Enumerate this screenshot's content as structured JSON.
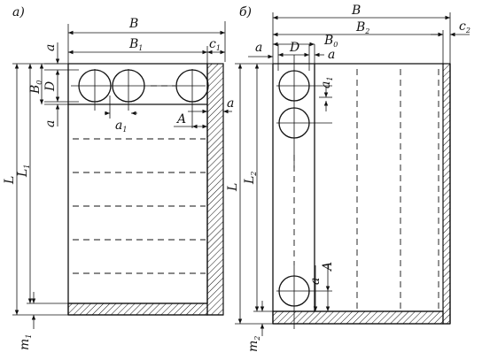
{
  "panel_a": {
    "label": "а)",
    "dims": {
      "B": "B",
      "B1": "B",
      "B1_sub": "1",
      "c1": "c",
      "c1_sub": "1",
      "a_top": "a",
      "B0": "B",
      "B0_sub": "0",
      "D": "D",
      "a_left": "a",
      "a1": "a",
      "a1_sub": "1",
      "A": "A",
      "a_right": "a",
      "L": "L",
      "L1": "L",
      "L1_sub": "1",
      "m1": "m",
      "m1_sub": "1"
    }
  },
  "panel_b": {
    "label": "б)",
    "dims": {
      "B": "B",
      "B2": "B",
      "B2_sub": "2",
      "c2": "c",
      "c2_sub": "2",
      "a_left": "a",
      "D": "D",
      "B0": "B",
      "B0_sub": "0",
      "a_right": "a",
      "a1": "a",
      "a1_sub": "1",
      "L": "L",
      "L2": "L",
      "L2_sub": "2",
      "A": "A",
      "a_bottom": "a",
      "m2": "m",
      "m2_sub": "2"
    }
  },
  "colors": {
    "ink": "#111111",
    "paper": "#ffffff"
  }
}
